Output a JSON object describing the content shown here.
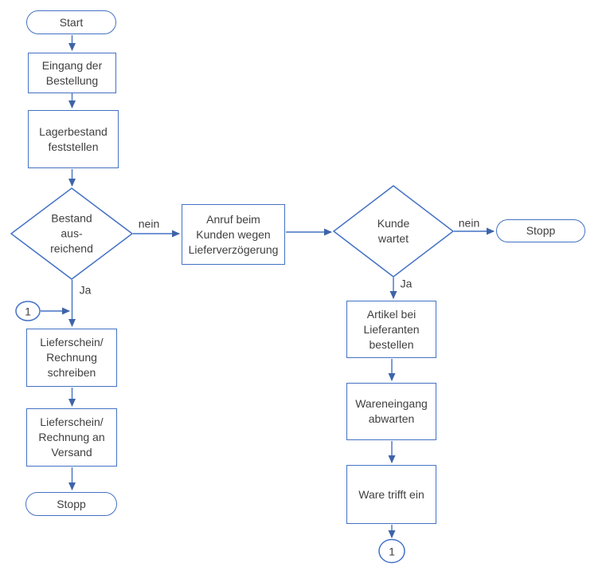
{
  "diagram": {
    "type": "flowchart",
    "language": "de",
    "colors": {
      "background": "#ffffff",
      "shape_border": "#4472c4",
      "connector": "#4472c4",
      "arrowhead": "#3e64a8",
      "text": "#3f3f3f"
    },
    "nodes": {
      "start": {
        "type": "terminator",
        "label": "Start"
      },
      "eingang": {
        "type": "process",
        "label": "Eingang der\nBestellung"
      },
      "lagerbestand": {
        "type": "process",
        "label": "Lagerbestand\nfeststellen"
      },
      "bestand_ausreichend": {
        "type": "decision",
        "label": "Bestand\naus-\nreichend"
      },
      "anruf": {
        "type": "process",
        "label": "Anruf beim\nKunden wegen\nLieferverzögerung"
      },
      "kunde_wartet": {
        "type": "decision",
        "label": "Kunde\nwartet"
      },
      "stopp_rechts": {
        "type": "terminator",
        "label": "Stopp"
      },
      "artikel_bestellen": {
        "type": "process",
        "label": "Artikel bei\nLieferanten\nbestellen"
      },
      "wareneingang": {
        "type": "process",
        "label": "Wareneingang\nabwarten"
      },
      "ware_trifft_ein": {
        "type": "process",
        "label": "Ware trifft ein"
      },
      "verbinder_1_unten": {
        "type": "connector",
        "label": "1"
      },
      "verbinder_1_links": {
        "type": "connector",
        "label": "1"
      },
      "lieferschein_schreiben": {
        "type": "process",
        "label": "Lieferschein/\nRechnung\nschreiben"
      },
      "lieferschein_versand": {
        "type": "process",
        "label": "Lieferschein/\nRechnung an\nVersand"
      },
      "stopp_links": {
        "type": "terminator",
        "label": "Stopp"
      }
    },
    "edge_labels": {
      "bestand_nein": "nein",
      "bestand_ja": "Ja",
      "kunde_nein": "nein",
      "kunde_ja": "Ja"
    },
    "edges": [
      {
        "from": "start",
        "to": "eingang",
        "label": ""
      },
      {
        "from": "eingang",
        "to": "lagerbestand",
        "label": ""
      },
      {
        "from": "lagerbestand",
        "to": "bestand_ausreichend",
        "label": ""
      },
      {
        "from": "bestand_ausreichend",
        "to": "anruf",
        "label": "nein"
      },
      {
        "from": "bestand_ausreichend",
        "to": "lieferschein_schreiben",
        "label": "Ja"
      },
      {
        "from": "verbinder_1_links",
        "to": "lieferschein_schreiben",
        "label": ""
      },
      {
        "from": "anruf",
        "to": "kunde_wartet",
        "label": ""
      },
      {
        "from": "kunde_wartet",
        "to": "stopp_rechts",
        "label": "nein"
      },
      {
        "from": "kunde_wartet",
        "to": "artikel_bestellen",
        "label": "Ja"
      },
      {
        "from": "artikel_bestellen",
        "to": "wareneingang",
        "label": ""
      },
      {
        "from": "wareneingang",
        "to": "ware_trifft_ein",
        "label": ""
      },
      {
        "from": "ware_trifft_ein",
        "to": "verbinder_1_unten",
        "label": ""
      },
      {
        "from": "lieferschein_schreiben",
        "to": "lieferschein_versand",
        "label": ""
      },
      {
        "from": "lieferschein_versand",
        "to": "stopp_links",
        "label": ""
      }
    ]
  }
}
